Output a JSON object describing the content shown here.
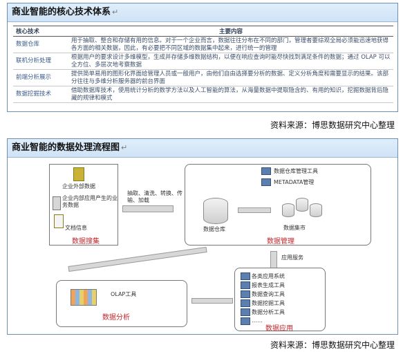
{
  "section1": {
    "title": "商业智能的核心技术体系",
    "table": {
      "headers": [
        "核心技术",
        "主要内容"
      ],
      "rows": [
        [
          "数据仓库",
          "用于抽取、整合和存储有用的信息。对于一个企业而言，数据往往分布在不同的部门，管理者要综观全局必须能迅速地获得各方面的相关数据，因此，有必要把不同区域的数据集中起来，进行统一的管理"
        ],
        [
          "联机分析处理",
          "根据用户的要求设计多维模型，生成并存储多维数据结构，以便在响应查询时能尽快找到满足条件的数据；通过 OLAP 可以全方位、多层次地考察数据"
        ],
        [
          "前端分析展示",
          "提供简单易用的图形化界面给管理人员或一般用户，由他们自由选择要分析的数据、定义分析角度和需要显示的结果。该部分往往与多维分析服务器的前台界面"
        ],
        [
          "数据挖掘技术",
          "借助数据库技术，使用统计分析的数学方法以及人工智能的算法，从海量数据中提取隐含的、有用的知识，挖掘数据背后隐藏的规律和模式"
        ]
      ]
    },
    "source": "资料来源：博思数据研究中心整理"
  },
  "section2": {
    "title": "商业智能的数据处理流程图",
    "collect": {
      "items": [
        "企业外部数据",
        "企业内部应用产生的业务数据",
        "文档信息"
      ],
      "label": "数据搜集"
    },
    "etl": "抽取、清洗、转换、传输、加载",
    "manage": {
      "tools": [
        "数据仓库管理工具",
        "METADATA管理"
      ],
      "warehouse": "数据仓库",
      "marts": "数据集市",
      "label": "数据管理"
    },
    "service": "应用服务",
    "analysis": {
      "tool": "OLAP工具",
      "label": "数据分析"
    },
    "apps": {
      "items": [
        "各类应用系统",
        "报表生成工具",
        "数据查询工具",
        "数据挖掘工具",
        "数据分析工具",
        "……"
      ],
      "label": "数据应用"
    },
    "source": "资料来源：博思数据研究中心整理"
  }
}
